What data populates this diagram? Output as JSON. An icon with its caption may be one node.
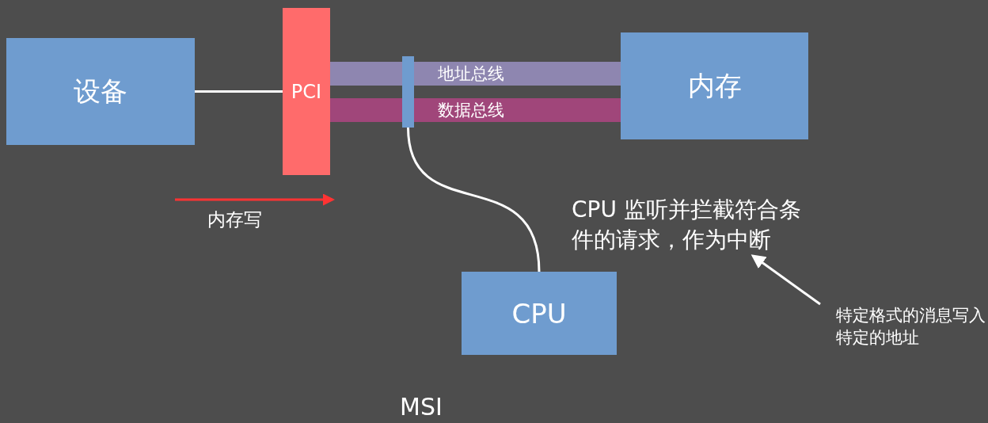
{
  "diagram": {
    "caption": "MSI",
    "nodes": [
      {
        "text": [
          "设备"
        ]
      },
      {
        "text": [
          "PCI"
        ]
      },
      {
        "text": [
          "地址总线"
        ]
      },
      {
        "text": [
          "数据总线"
        ]
      },
      {
        "text": [
          "内存"
        ]
      },
      {
        "text": [],
        "shape": "bar"
      },
      {
        "text": [
          "CPU"
        ]
      },
      {
        "text": [
          "CPU 监听并拦截符合条件的请求，作为中断"
        ]
      },
      {
        "text": [
          "特定格式的消息写入特定的地址"
        ]
      }
    ],
    "edges": [
      {
        "from": 0,
        "to": 1,
        "arrow": "none"
      },
      {
        "from": 5,
        "to": 6,
        "arrow": "none"
      },
      {
        "from": 8,
        "to": 7,
        "arrow": "to"
      }
    ],
    "labels": [
      "内存写"
    ]
  }
}
